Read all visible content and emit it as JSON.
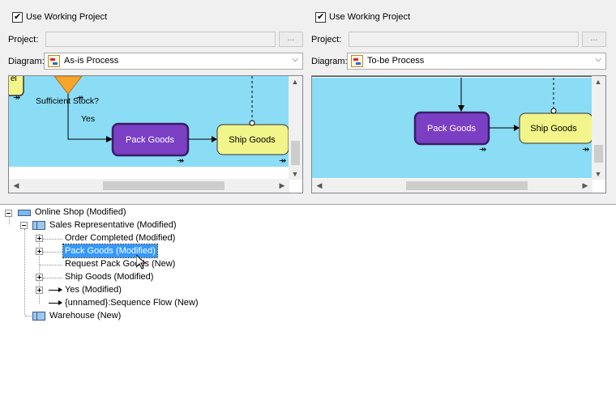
{
  "left_panel": {
    "use_working_project_label": "Use Working Project",
    "project_label": "Project:",
    "project_value": "",
    "browse_label": "...",
    "diagram_label": "Diagram:",
    "diagram_value": "As-is Process",
    "canvas": {
      "gateway_label": "Sufficient Stock?",
      "yes_label": "Yes",
      "task1": "Pack Goods",
      "task2": "Ship Goods",
      "partial_task": "el"
    }
  },
  "right_panel": {
    "use_working_project_label": "Use Working Project",
    "project_label": "Project:",
    "project_value": "",
    "browse_label": "...",
    "diagram_label": "Diagram:",
    "diagram_value": "To-be Process",
    "canvas": {
      "task1": "Pack Goods",
      "task2": "Ship Goods"
    }
  },
  "colors": {
    "canvas_bg": "#8bdcf5",
    "pack_fill": "#7b3fc4",
    "ship_fill": "#f2f58a",
    "gateway_fill": "#f7a52c",
    "selection": "#3399ff"
  },
  "tree": {
    "root": "Online Shop (Modified)",
    "lane": "Sales Representative (Modified)",
    "children": [
      "Order Completed (Modified)",
      "Pack Goods (Modified)",
      "Request Pack Goods (New)",
      "Ship Goods (Modified)",
      "Yes (Modified)",
      "{unnamed}:Sequence Flow (New)"
    ],
    "warehouse": "Warehouse (New)"
  }
}
